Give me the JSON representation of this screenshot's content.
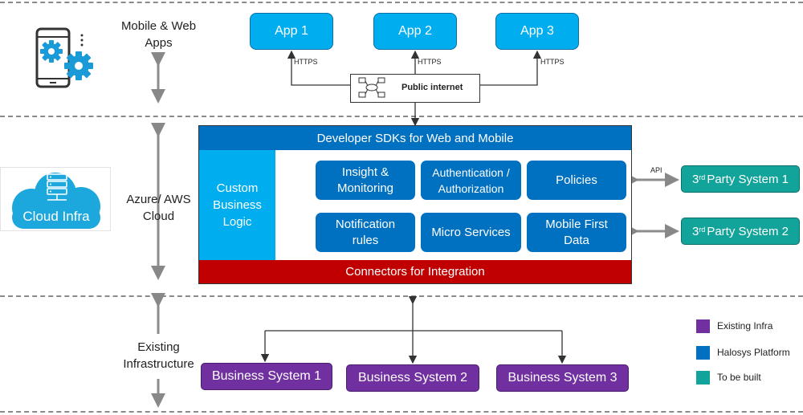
{
  "layers": {
    "mobile": "Mobile & Web Apps",
    "cloud": "Azure/ AWS Cloud",
    "infra": "Existing Infrastructure"
  },
  "apps": [
    "App 1",
    "App 2",
    "App 3"
  ],
  "https_label": "HTTPS",
  "public_internet": "Public internet",
  "cloud_infra": "Cloud Infra",
  "platform": {
    "header": "Developer SDKs for Web and Mobile",
    "custom_logic": "Custom Business Logic",
    "tiles": {
      "insight": "Insight & Monitoring",
      "auth": "Authentication / Authorization",
      "policies": "Policies",
      "notification": "Notification rules",
      "micro": "Micro Services",
      "mobile_first": "Mobile First Data"
    },
    "footer": "Connectors for Integration"
  },
  "api_label": "API",
  "third_party": [
    {
      "sup": "3",
      "sup_text": "rd",
      "rest": "Party System 1"
    },
    {
      "sup": "3",
      "sup_text": "rd",
      "rest": "Party System 2"
    }
  ],
  "business_systems": [
    "Business System 1",
    "Business System 2",
    "Business System 3"
  ],
  "legend": [
    {
      "label": "Existing Infra",
      "color": "#7030a0"
    },
    {
      "label": "Halosys Platform",
      "color": "#0070c0"
    },
    {
      "label": "To be built",
      "color": "#12a39a"
    }
  ],
  "colors": {
    "app_blue": "#00adef",
    "platform_blue": "#0070c0",
    "connector_red": "#c00000",
    "teal": "#12a39a",
    "purple": "#7030a0"
  },
  "icons": [
    "mobile-gears-icon",
    "cloud-server-icon",
    "network-icon"
  ]
}
